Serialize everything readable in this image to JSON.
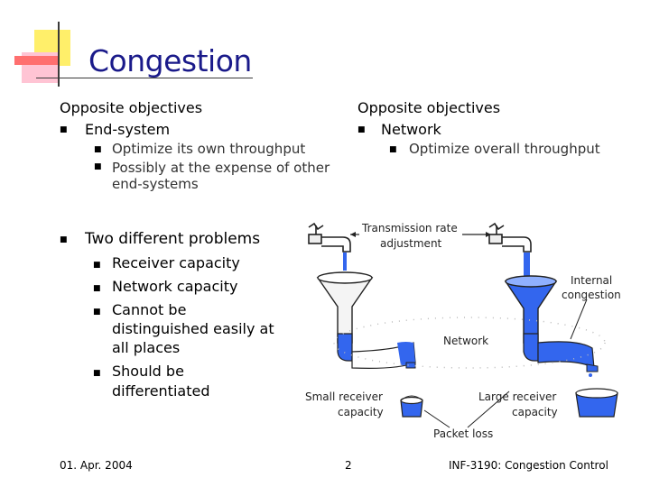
{
  "slide": {
    "title": "Congestion",
    "bullet_glyph": "■",
    "left": {
      "heading": "Opposite objectives",
      "item": "End-system",
      "sub": [
        "Optimize its own throughput",
        "Possibly at the expense of other",
        "end-systems"
      ]
    },
    "right": {
      "heading": "Opposite objectives",
      "item": "Network",
      "sub": [
        "Optimize overall throughput"
      ]
    },
    "problems": {
      "heading": "Two different problems",
      "items": [
        "Receiver capacity",
        "Network capacity",
        "Cannot be",
        "distinguished easily at",
        "all places",
        "Should be",
        "differentiated"
      ]
    },
    "diagram": {
      "rate_label": [
        "Transmission rate",
        "adjustment"
      ],
      "internal_label": [
        "Internal",
        "congestion"
      ],
      "network_label": "Network",
      "small_receiver": [
        "Small receiver",
        "capacity"
      ],
      "large_receiver": [
        "Large receiver",
        "capacity"
      ],
      "packet_loss": "Packet loss",
      "water_color": "#3366ee"
    },
    "footer": {
      "date": "01. Apr. 2004",
      "page": "2",
      "course": "INF-3190: Congestion Control"
    },
    "colors": {
      "title": "#1a1a8a",
      "deco_yellow": "#ffef6a",
      "deco_red": "#ff7777",
      "deco_pink": "#ffb3c8"
    }
  }
}
